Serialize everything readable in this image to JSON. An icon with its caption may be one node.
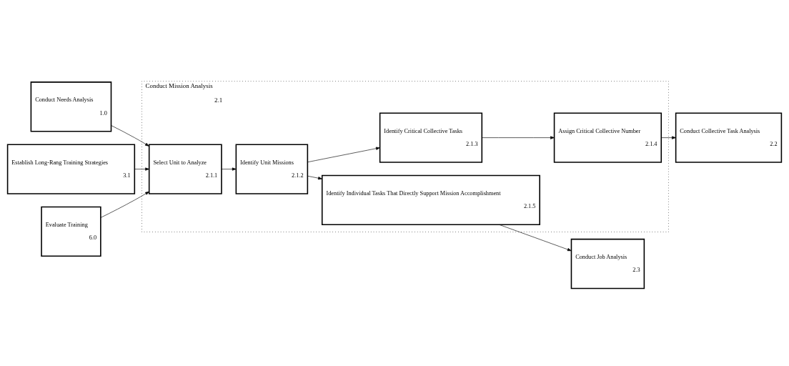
{
  "diagram": {
    "nodes": [
      {
        "text": [
          "Conduct Needs Analysis",
          "1.0"
        ]
      },
      {
        "text": [
          "Establish Long-Rang Training Strategies",
          "3.1"
        ]
      },
      {
        "text": [
          "Evaluate Training",
          "6.0"
        ]
      },
      {
        "text": [
          "Conduct Mission Analysis",
          "2.1"
        ]
      },
      {
        "text": [
          "Select Unit to Analyze",
          "2.1.1"
        ],
        "in": 3
      },
      {
        "text": [
          "Identify Unit Missions",
          "2.1.2"
        ],
        "in": 3
      },
      {
        "text": [
          "Identify Critical Collective Tasks",
          "2.1.3"
        ],
        "in": 3
      },
      {
        "text": [
          "Assign Critical Collective Number",
          "2.1.4"
        ],
        "in": 3
      },
      {
        "text": [
          "Identify Individual Tasks That Directly Support Mission Accomplishment",
          "2.1.5"
        ],
        "in": 3
      },
      {
        "text": [
          "Conduct Collective Task Analysis",
          "2.2"
        ]
      },
      {
        "text": [
          "Conduct Job Analysis",
          "2.3"
        ]
      }
    ],
    "edges": [
      {
        "from": 0,
        "to": 4,
        "arrow": "to"
      },
      {
        "from": 1,
        "to": 4,
        "arrow": "to"
      },
      {
        "from": 2,
        "to": 4,
        "arrow": "to"
      },
      {
        "from": 4,
        "to": 5,
        "arrow": "to"
      },
      {
        "from": 5,
        "to": 6,
        "arrow": "to"
      },
      {
        "from": 6,
        "to": 7,
        "arrow": "to"
      },
      {
        "from": 7,
        "to": 9,
        "arrow": "to"
      },
      {
        "from": 5,
        "to": 8,
        "arrow": "to"
      },
      {
        "from": 8,
        "to": 10,
        "arrow": "to"
      }
    ]
  }
}
